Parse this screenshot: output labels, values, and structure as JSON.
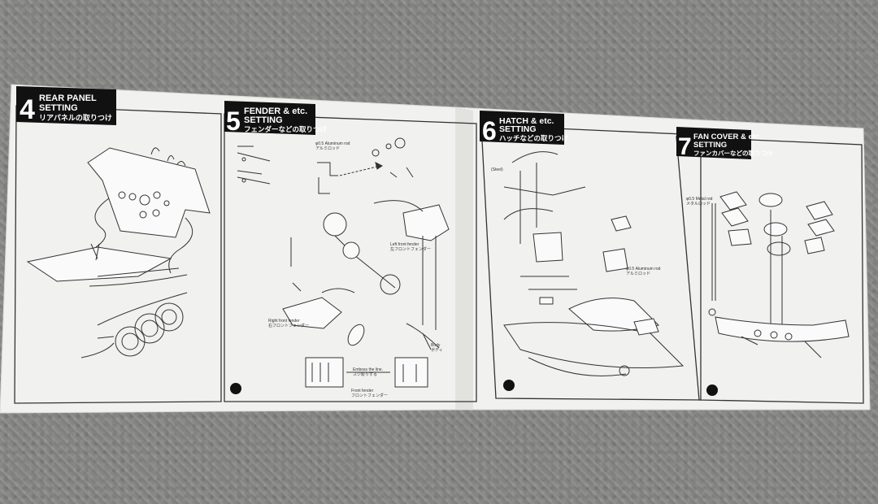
{
  "steps": [
    {
      "number": "4",
      "title_line1": "REAR PANEL",
      "title_line2": "SETTING",
      "title_jp": "リアパネルの取りつけ"
    },
    {
      "number": "5",
      "title_line1": "FENDER & etc.",
      "title_line2": "SETTING",
      "title_jp": "フェンダーなどの取りつけ"
    },
    {
      "number": "6",
      "title_line1": "HATCH & etc.",
      "title_line2": "SETTING",
      "title_jp": "ハッチなどの取りつけ"
    },
    {
      "number": "7",
      "title_line1": "FAN COVER & etc.",
      "title_line2": "SETTING",
      "title_jp": "ファンカバーなどの取りつけ"
    }
  ],
  "callouts": {
    "left_front_fender": "Left front fender",
    "left_front_fender_jp": "左フロントフェンダー",
    "right_front_fender": "Right front fender",
    "right_front_fender_jp": "右フロントフェンダー",
    "front_fender": "Front fender",
    "front_fender_jp": "フロントフェンダー",
    "emboss": "Emboss the line.",
    "emboss_jp": "スジ彫りする",
    "aluminum_rod": "φ0.5 Aluminum rod",
    "aluminum_rod_jp": "アルミロッド",
    "body": "Body",
    "body_jp": "ボディ",
    "steel": "(Steel)",
    "metal_rod": "φ0.5 Metal rod",
    "metal_rod_jp": "メタルロッド",
    "aluminum_rod_2": "φ0.5 Aluminum rod",
    "aluminum_rod_2_jp": "アルミロッド"
  },
  "colors": {
    "paper": "#f1f1ef",
    "ink": "#222222",
    "header": "#111111",
    "carpet": "#8a8a88"
  }
}
